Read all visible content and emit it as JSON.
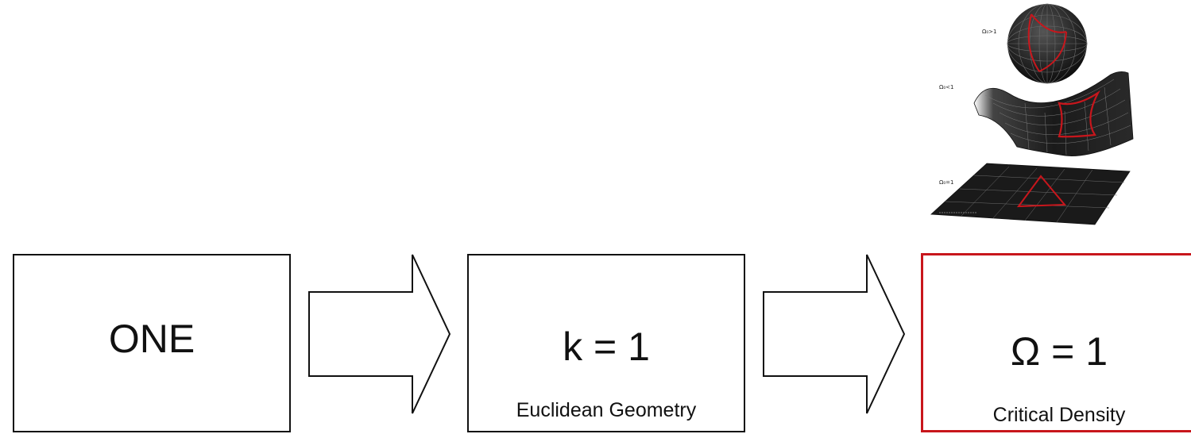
{
  "boxes": [
    {
      "label": "ONE",
      "sublabel": ""
    },
    {
      "label": "k = 1",
      "sublabel": "Euclidean Geometry"
    },
    {
      "label": "Ω = 1",
      "sublabel": "Critical Density"
    }
  ],
  "figure": {
    "labels": [
      "Ω₀>1",
      "Ω₀<1",
      "Ω₀=1"
    ]
  },
  "colors": {
    "highlight": "#c8161c",
    "line": "#111111",
    "mesh": "#1b1b1b"
  }
}
